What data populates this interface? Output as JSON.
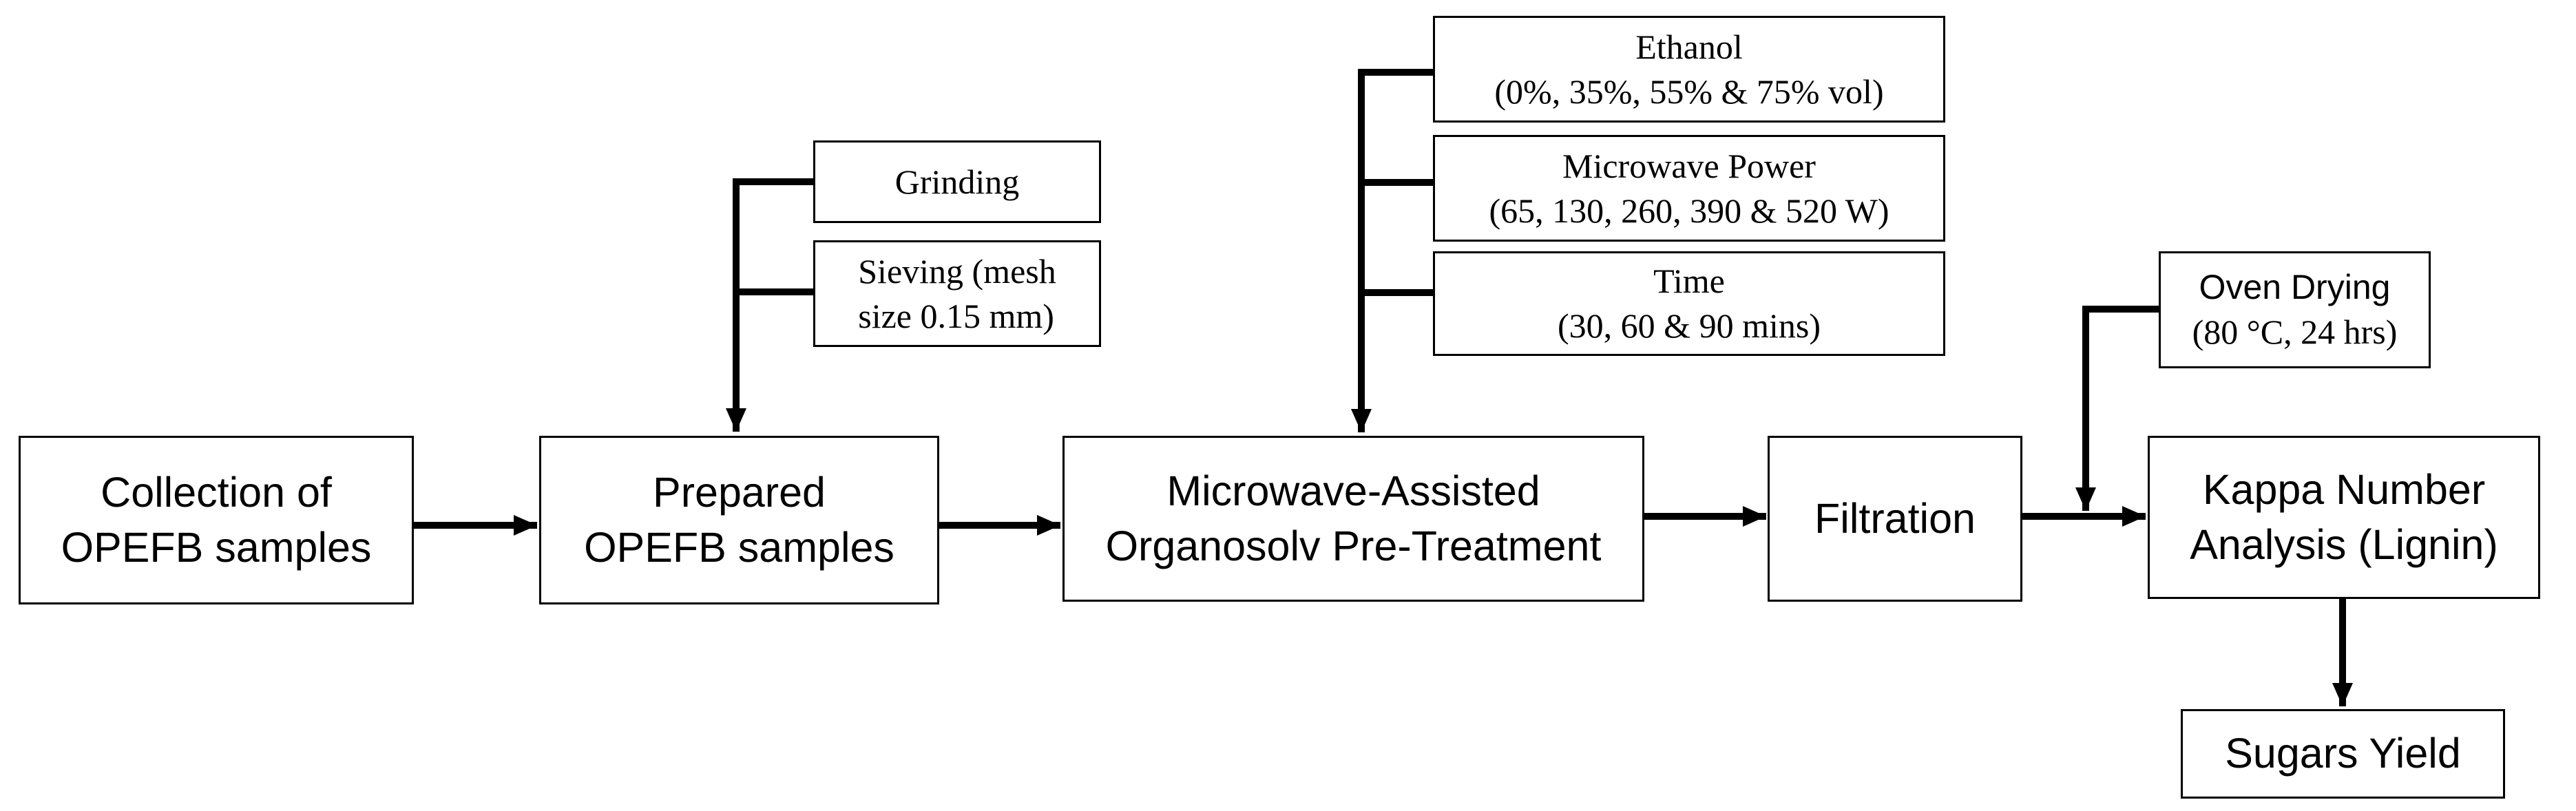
{
  "nodes": {
    "collection": {
      "lines": [
        "Collection of",
        "OPEFB samples"
      ]
    },
    "prepared": {
      "lines": [
        "Prepared",
        "OPEFB samples"
      ]
    },
    "pretreatment": {
      "lines": [
        "Microwave-Assisted",
        "Organosolv Pre-Treatment"
      ]
    },
    "filtration": {
      "lines": [
        "Filtration"
      ]
    },
    "kappa": {
      "lines": [
        "Kappa Number",
        "Analysis (Lignin)"
      ]
    },
    "sugars": {
      "lines": [
        "Sugars Yield"
      ]
    },
    "grinding": {
      "lines": [
        "Grinding"
      ]
    },
    "sieving": {
      "lines": [
        "Sieving (mesh",
        "size  0.15 mm)"
      ]
    },
    "ethanol": {
      "lines": [
        "Ethanol",
        "(0%, 35%, 55% & 75% vol)"
      ]
    },
    "power": {
      "lines": [
        "Microwave Power",
        "(65, 130, 260, 390 & 520 W)"
      ]
    },
    "time": {
      "lines": [
        "Time",
        "(30, 60 & 90 mins)"
      ]
    },
    "oven": {
      "lines": [
        "Oven Drying",
        "(80 °C, 24 hrs)"
      ]
    }
  },
  "style": {
    "line_color": "#000000",
    "box_border": "#000000",
    "background": "#ffffff"
  }
}
